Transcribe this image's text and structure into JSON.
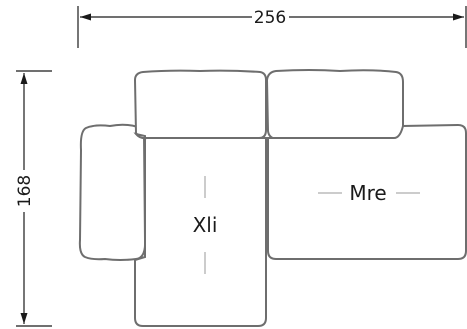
{
  "dimensions": {
    "width": "256",
    "depth": "168"
  },
  "modules": {
    "left": "Xli",
    "right": "Mre"
  },
  "colors": {
    "outline": "#6e6e6e",
    "text": "#1a1a1a",
    "background": "#ffffff"
  }
}
